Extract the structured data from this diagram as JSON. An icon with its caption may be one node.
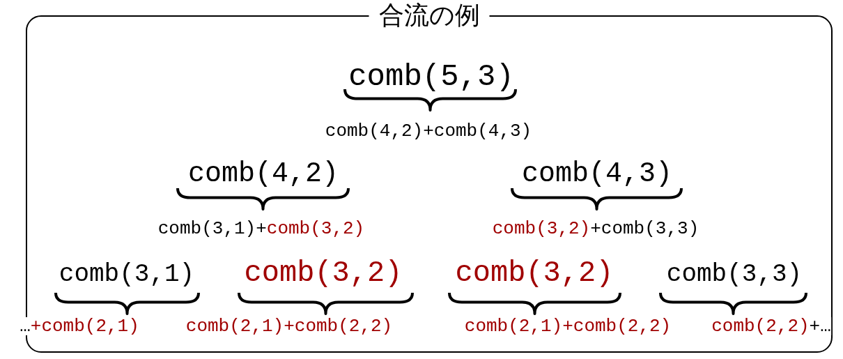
{
  "diagram": {
    "nodes": [
      {
        "text": [
          "合流の例"
        ]
      },
      {
        "text": [
          "comb(5,3)"
        ],
        "in": 0
      },
      {
        "text": [
          "comb(4,2)"
        ],
        "in": 0
      },
      {
        "text": [
          "comb(4,3)"
        ],
        "in": 0
      },
      {
        "text": [
          "comb(3,1)"
        ],
        "in": 0
      },
      {
        "text": [
          "comb(3,2)"
        ],
        "in": 0
      },
      {
        "text": [
          "comb(3,2)"
        ],
        "in": 0
      },
      {
        "text": [
          "comb(3,3)"
        ],
        "in": 0
      }
    ],
    "labels": [
      "comb(4,2)+comb(4,3)",
      "comb(3,1)+comb(3,2)",
      "comb(3,2)+comb(3,3)",
      "…+comb(2,1)",
      "comb(2,1)+comb(2,2)",
      "comb(2,1)+comb(2,2)",
      "comb(2,2)+…"
    ]
  }
}
